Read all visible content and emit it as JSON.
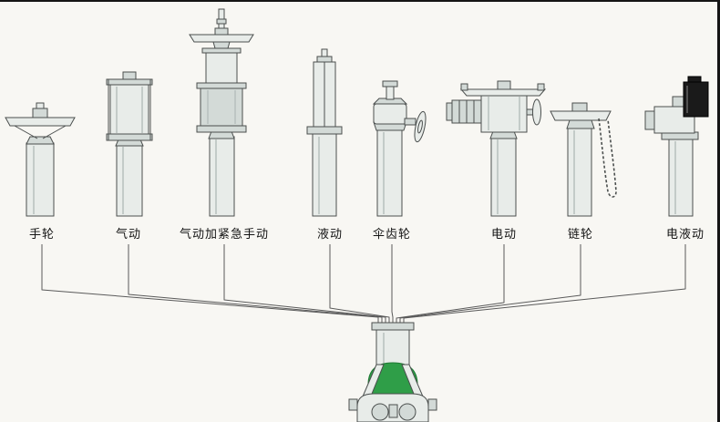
{
  "diagram": {
    "type": "valve-actuator-options-diagram",
    "actuators": [
      {
        "icon": "handwheel-actuator-icon",
        "label": "手轮"
      },
      {
        "icon": "pneumatic-actuator-icon",
        "label": "气动"
      },
      {
        "icon": "pneumatic-emergency-manual-actuator-icon",
        "label": "气动加紧急手动"
      },
      {
        "icon": "hydraulic-actuator-icon",
        "label": "液动"
      },
      {
        "icon": "bevel-gear-actuator-icon",
        "label": "伞齿轮"
      },
      {
        "icon": "electric-actuator-icon",
        "label": "电动"
      },
      {
        "icon": "chain-wheel-actuator-icon",
        "label": "链轮"
      },
      {
        "icon": "electro-hydraulic-actuator-icon",
        "label": "电液动"
      }
    ],
    "colors": {
      "outline": "#4b4f4e",
      "connector_line": "#5a5a5a",
      "fill_light": "#e8ece9",
      "fill_mid": "#d3dad7",
      "valve_green": "#2f9e48",
      "valve_green_stroke": "#1e7a33",
      "black_unit": "#1a1a1a"
    }
  }
}
